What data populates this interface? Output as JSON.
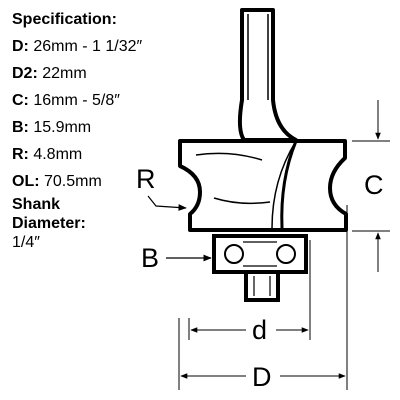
{
  "spec": {
    "heading": "Specification:",
    "rows": [
      {
        "key": "D:",
        "value": " 26mm - 1 1/32″"
      },
      {
        "key": "D2:",
        "value": " 22mm"
      },
      {
        "key": "C:",
        "value": " 16mm - 5/8″"
      },
      {
        "key": "B:",
        "value": " 15.9mm"
      },
      {
        "key": "R:",
        "value": " 4.8mm"
      },
      {
        "key": "OL:",
        "value": " 70.5mm"
      }
    ],
    "shank_line1": "Shank",
    "shank_line2": "Diameter:",
    "shank_value": "1/4″"
  },
  "diagram": {
    "label_R": "R",
    "label_C": "C",
    "label_B": "B",
    "label_d": "d",
    "label_D": "D"
  }
}
